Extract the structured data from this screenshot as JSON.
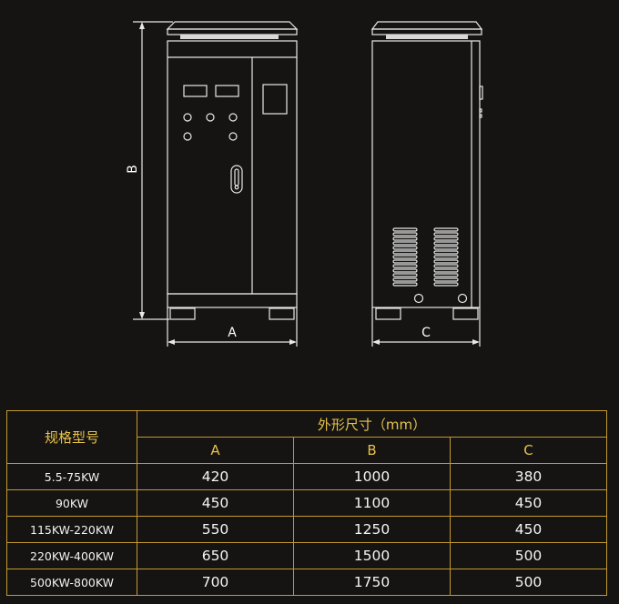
{
  "drawing": {
    "dimension_labels": {
      "a": "A",
      "b": "B",
      "c": "C"
    },
    "line_color": "#e8e8e8"
  },
  "table": {
    "model_header": "规格型号",
    "size_header": "外形尺寸（mm）",
    "border_color": "#c29a30",
    "header_color": "#e8c24a"
  },
  "chart_data": {
    "type": "table",
    "columns": [
      "A",
      "B",
      "C"
    ],
    "rows": [
      {
        "model": "5.5-75KW",
        "values": [
          "420",
          "1000",
          "380"
        ]
      },
      {
        "model": "90KW",
        "values": [
          "450",
          "1100",
          "450"
        ]
      },
      {
        "model": "115KW-220KW",
        "values": [
          "550",
          "1250",
          "450"
        ]
      },
      {
        "model": "220KW-400KW",
        "values": [
          "650",
          "1500",
          "500"
        ]
      },
      {
        "model": "500KW-800KW",
        "values": [
          "700",
          "1750",
          "500"
        ]
      }
    ]
  }
}
